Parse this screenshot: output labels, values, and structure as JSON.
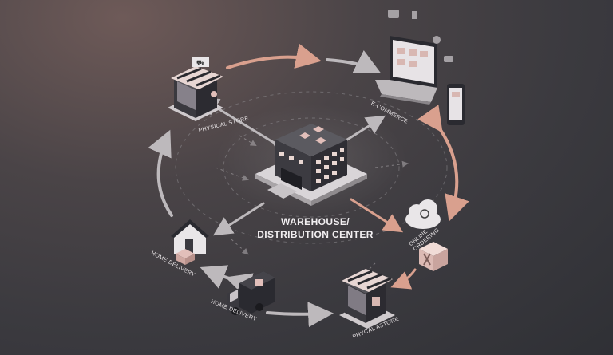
{
  "center": {
    "line1": "WAREHOUSE/",
    "line2": "DISTRIBUTION CENTER"
  },
  "nodes": {
    "physical_store_top": "PHYSICAL STORE",
    "ecommerce": "E-COMMERCE",
    "online_ordering_1": "ONLINE",
    "online_ordering_2": "ORDERING",
    "home_delivery_left": "HOME DELIVERY",
    "home_delivery_truck": "HOME DELIVERY",
    "physical_store_bottom": "PHYCAL ASTORE"
  },
  "colors": {
    "peach_arrow": "#d9a08e",
    "light_arrow": "#b9b6b9",
    "dark_box": "#2c2c31",
    "awning": "#e7d6d3"
  }
}
